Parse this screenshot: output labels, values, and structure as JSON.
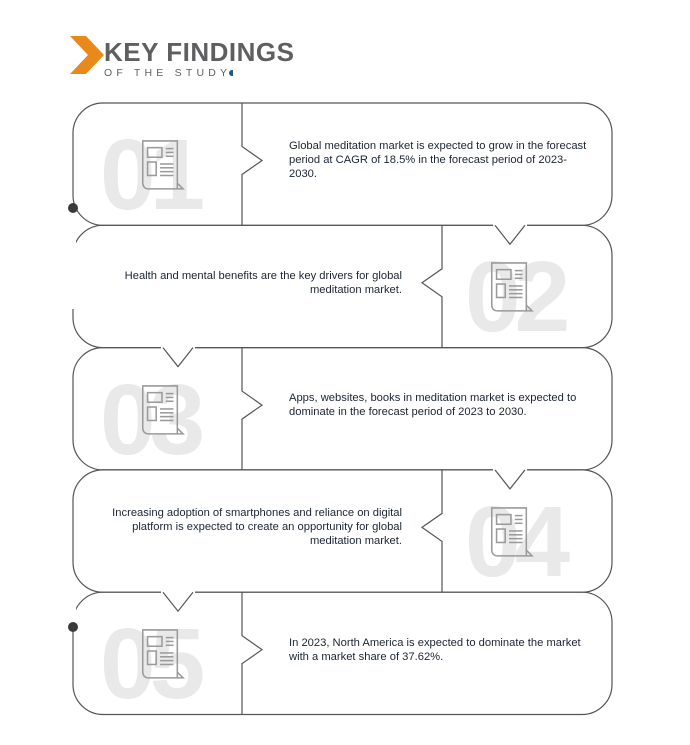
{
  "header": {
    "title": "KEY FINDINGS",
    "subtitle": "OF THE STUDY",
    "accent_color": "#e8891a"
  },
  "findings": [
    {
      "number": "01",
      "icon": "newspaper-icon",
      "text": "Global meditation market is expected to grow in the forecast period at CAGR of 18.5% in the forecast period of 2023-2030."
    },
    {
      "number": "02",
      "icon": "newspaper-icon",
      "text": "Health and mental benefits are the key drivers for global meditation market."
    },
    {
      "number": "03",
      "icon": "newspaper-icon",
      "text": "Apps, websites, books in meditation market is expected to dominate in the forecast period of 2023 to 2030."
    },
    {
      "number": "04",
      "icon": "newspaper-icon",
      "text": "Increasing adoption of smartphones and reliance on digital platform is expected to create an opportunity for global meditation market."
    },
    {
      "number": "05",
      "icon": "newspaper-icon",
      "text": "In 2023, North America is expected to dominate the market with a market share of 37.62%."
    }
  ]
}
